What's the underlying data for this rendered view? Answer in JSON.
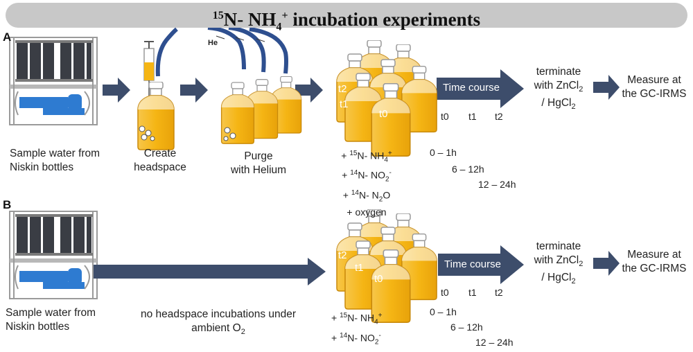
{
  "title": {
    "prefix": "15",
    "main": "N- NH",
    "sub": "4",
    "sup": "+",
    "suffix": " incubation experiments"
  },
  "panel_a": {
    "label": "A",
    "sample_caption": [
      "Sample water from",
      "Niskin bottles"
    ],
    "headspace_caption": [
      "Create",
      "headspace"
    ],
    "purge_caption": [
      "Purge",
      "with Helium"
    ],
    "he_label": "He",
    "bottle_labels": [
      "t2",
      "t1",
      "t0"
    ],
    "time_course": "Time course",
    "time_points": [
      "t0",
      "t1",
      "t2"
    ],
    "additions": [
      {
        "sup": "15",
        "text": "N- NH",
        "sub": "4",
        "tail_sup": "+"
      },
      {
        "sup": "14",
        "text": "N- NO",
        "sub": "2",
        "tail_sup": "-"
      },
      {
        "sup": "14",
        "text": "N- N",
        "sub": "2",
        "tail": "O"
      },
      {
        "text": "oxygen"
      }
    ],
    "intervals": [
      "0 – 1h",
      "6 – 12h",
      "12 – 24h"
    ],
    "terminate": [
      "terminate",
      "with ZnCl",
      "2",
      "/ HgCl",
      "2"
    ],
    "measure": [
      "Measure at",
      "the GC-IRMS"
    ]
  },
  "panel_b": {
    "label": "B",
    "sample_caption": [
      "Sample water from",
      "Niskin bottles"
    ],
    "no_headspace_caption": [
      "no headspace incubations under",
      "ambient O",
      "2"
    ],
    "bottle_labels": [
      "t2",
      "t1",
      "t0"
    ],
    "time_course": "Time course",
    "time_points": [
      "t0",
      "t1",
      "t2"
    ],
    "additions": [
      {
        "sup": "15",
        "text": "N- NH",
        "sub": "4",
        "tail_sup": "+"
      },
      {
        "sup": "14",
        "text": "N- NO",
        "sub": "2",
        "tail_sup": "-"
      }
    ],
    "intervals": [
      "0 – 1h",
      "6 – 12h",
      "12 – 24h"
    ],
    "terminate": [
      "terminate",
      "with ZnCl",
      "2",
      "/ HgCl",
      "2"
    ],
    "measure": [
      "Measure at",
      "the GC-IRMS"
    ]
  },
  "colors": {
    "arrow": "#3d4d6b",
    "bottle": "#f5b514",
    "bottle_edge": "#c8890a",
    "tube": "#2e4f8f",
    "niskin": "#3a3d44",
    "water": "#2e7bd1",
    "title_bg": "#c8c8c8"
  }
}
